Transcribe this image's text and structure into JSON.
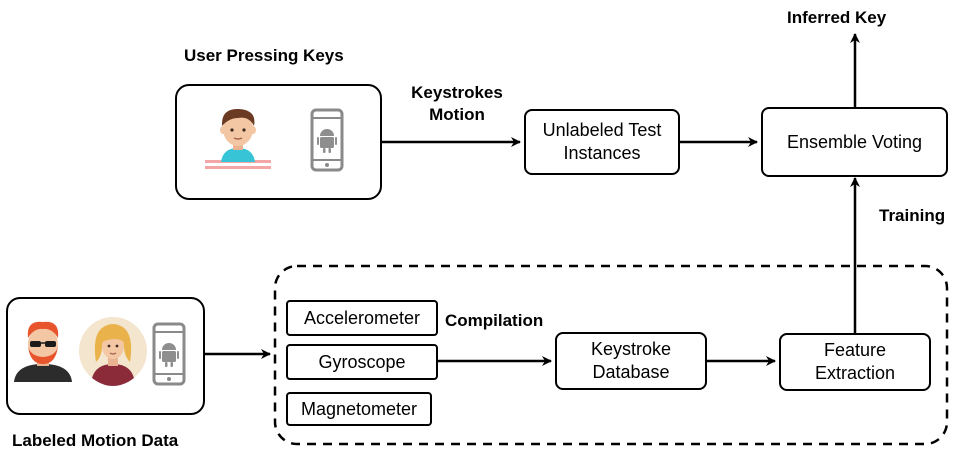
{
  "diagram": {
    "nodes": {
      "user_pressing_keys": {
        "title": "User Pressing Keys"
      },
      "unlabeled_test": {
        "label_line1": "Unlabeled Test",
        "label_line2": "Instances"
      },
      "ensemble_voting": {
        "label": "Ensemble Voting"
      },
      "accelerometer": {
        "label": "Accelerometer"
      },
      "gyroscope": {
        "label": "Gyroscope"
      },
      "magnetometer": {
        "label": "Magnetometer"
      },
      "keystroke_db": {
        "label_line1": "Keystroke",
        "label_line2": "Database"
      },
      "feature_extraction": {
        "label_line1": "Feature",
        "label_line2": "Extraction"
      },
      "labeled_motion": {
        "title": "Labeled Motion Data"
      }
    },
    "edge_labels": {
      "keystrokes_motion_line1": "Keystrokes",
      "keystrokes_motion_line2": "Motion",
      "inferred_key": "Inferred Key",
      "training": "Training",
      "compilation": "Compilation"
    },
    "colors": {
      "stroke": "#000000",
      "skin": "#F4C7A4",
      "hair_brown": "#6B3A22",
      "hair_orange": "#E8542C",
      "hair_blond": "#E9B24B",
      "shirt_cyan": "#36C4D6",
      "shirt_pink": "#F2A7A6",
      "shirt_maroon": "#8B2B3A",
      "dark_suit": "#2C2C2C",
      "avatar_bg": "#F3E5CE",
      "phone_gray": "#8A8A8A",
      "android_gray": "#8E8E8E"
    },
    "icons": [
      "boy-avatar-icon",
      "android-phone-icon",
      "man-sunglasses-avatar-icon",
      "woman-avatar-icon"
    ]
  }
}
